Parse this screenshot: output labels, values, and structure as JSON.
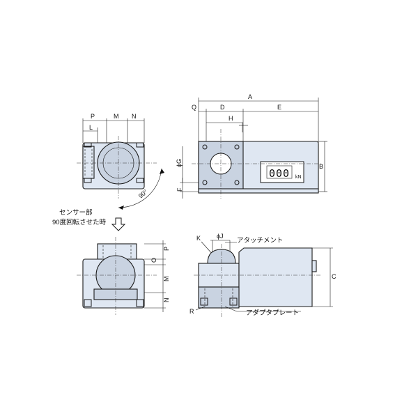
{
  "dimension_labels": {
    "A": "A",
    "B": "B",
    "C": "C",
    "D": "D",
    "E": "E",
    "F": "F",
    "G": "ϕG",
    "H": "H",
    "J": "ϕJ",
    "K": "K",
    "L": "L",
    "M": "M",
    "N": "N",
    "O": "O",
    "P": "P",
    "Q": "Q",
    "R": "R"
  },
  "annotations": {
    "angle": "90°",
    "rotation_note_line1": "センサー部",
    "rotation_note_line2": "90度回転させた時",
    "attachment": "アタッチメント",
    "adapter_plate": "アダプタプレート",
    "display_digits": "000",
    "display_unit": "kN"
  }
}
